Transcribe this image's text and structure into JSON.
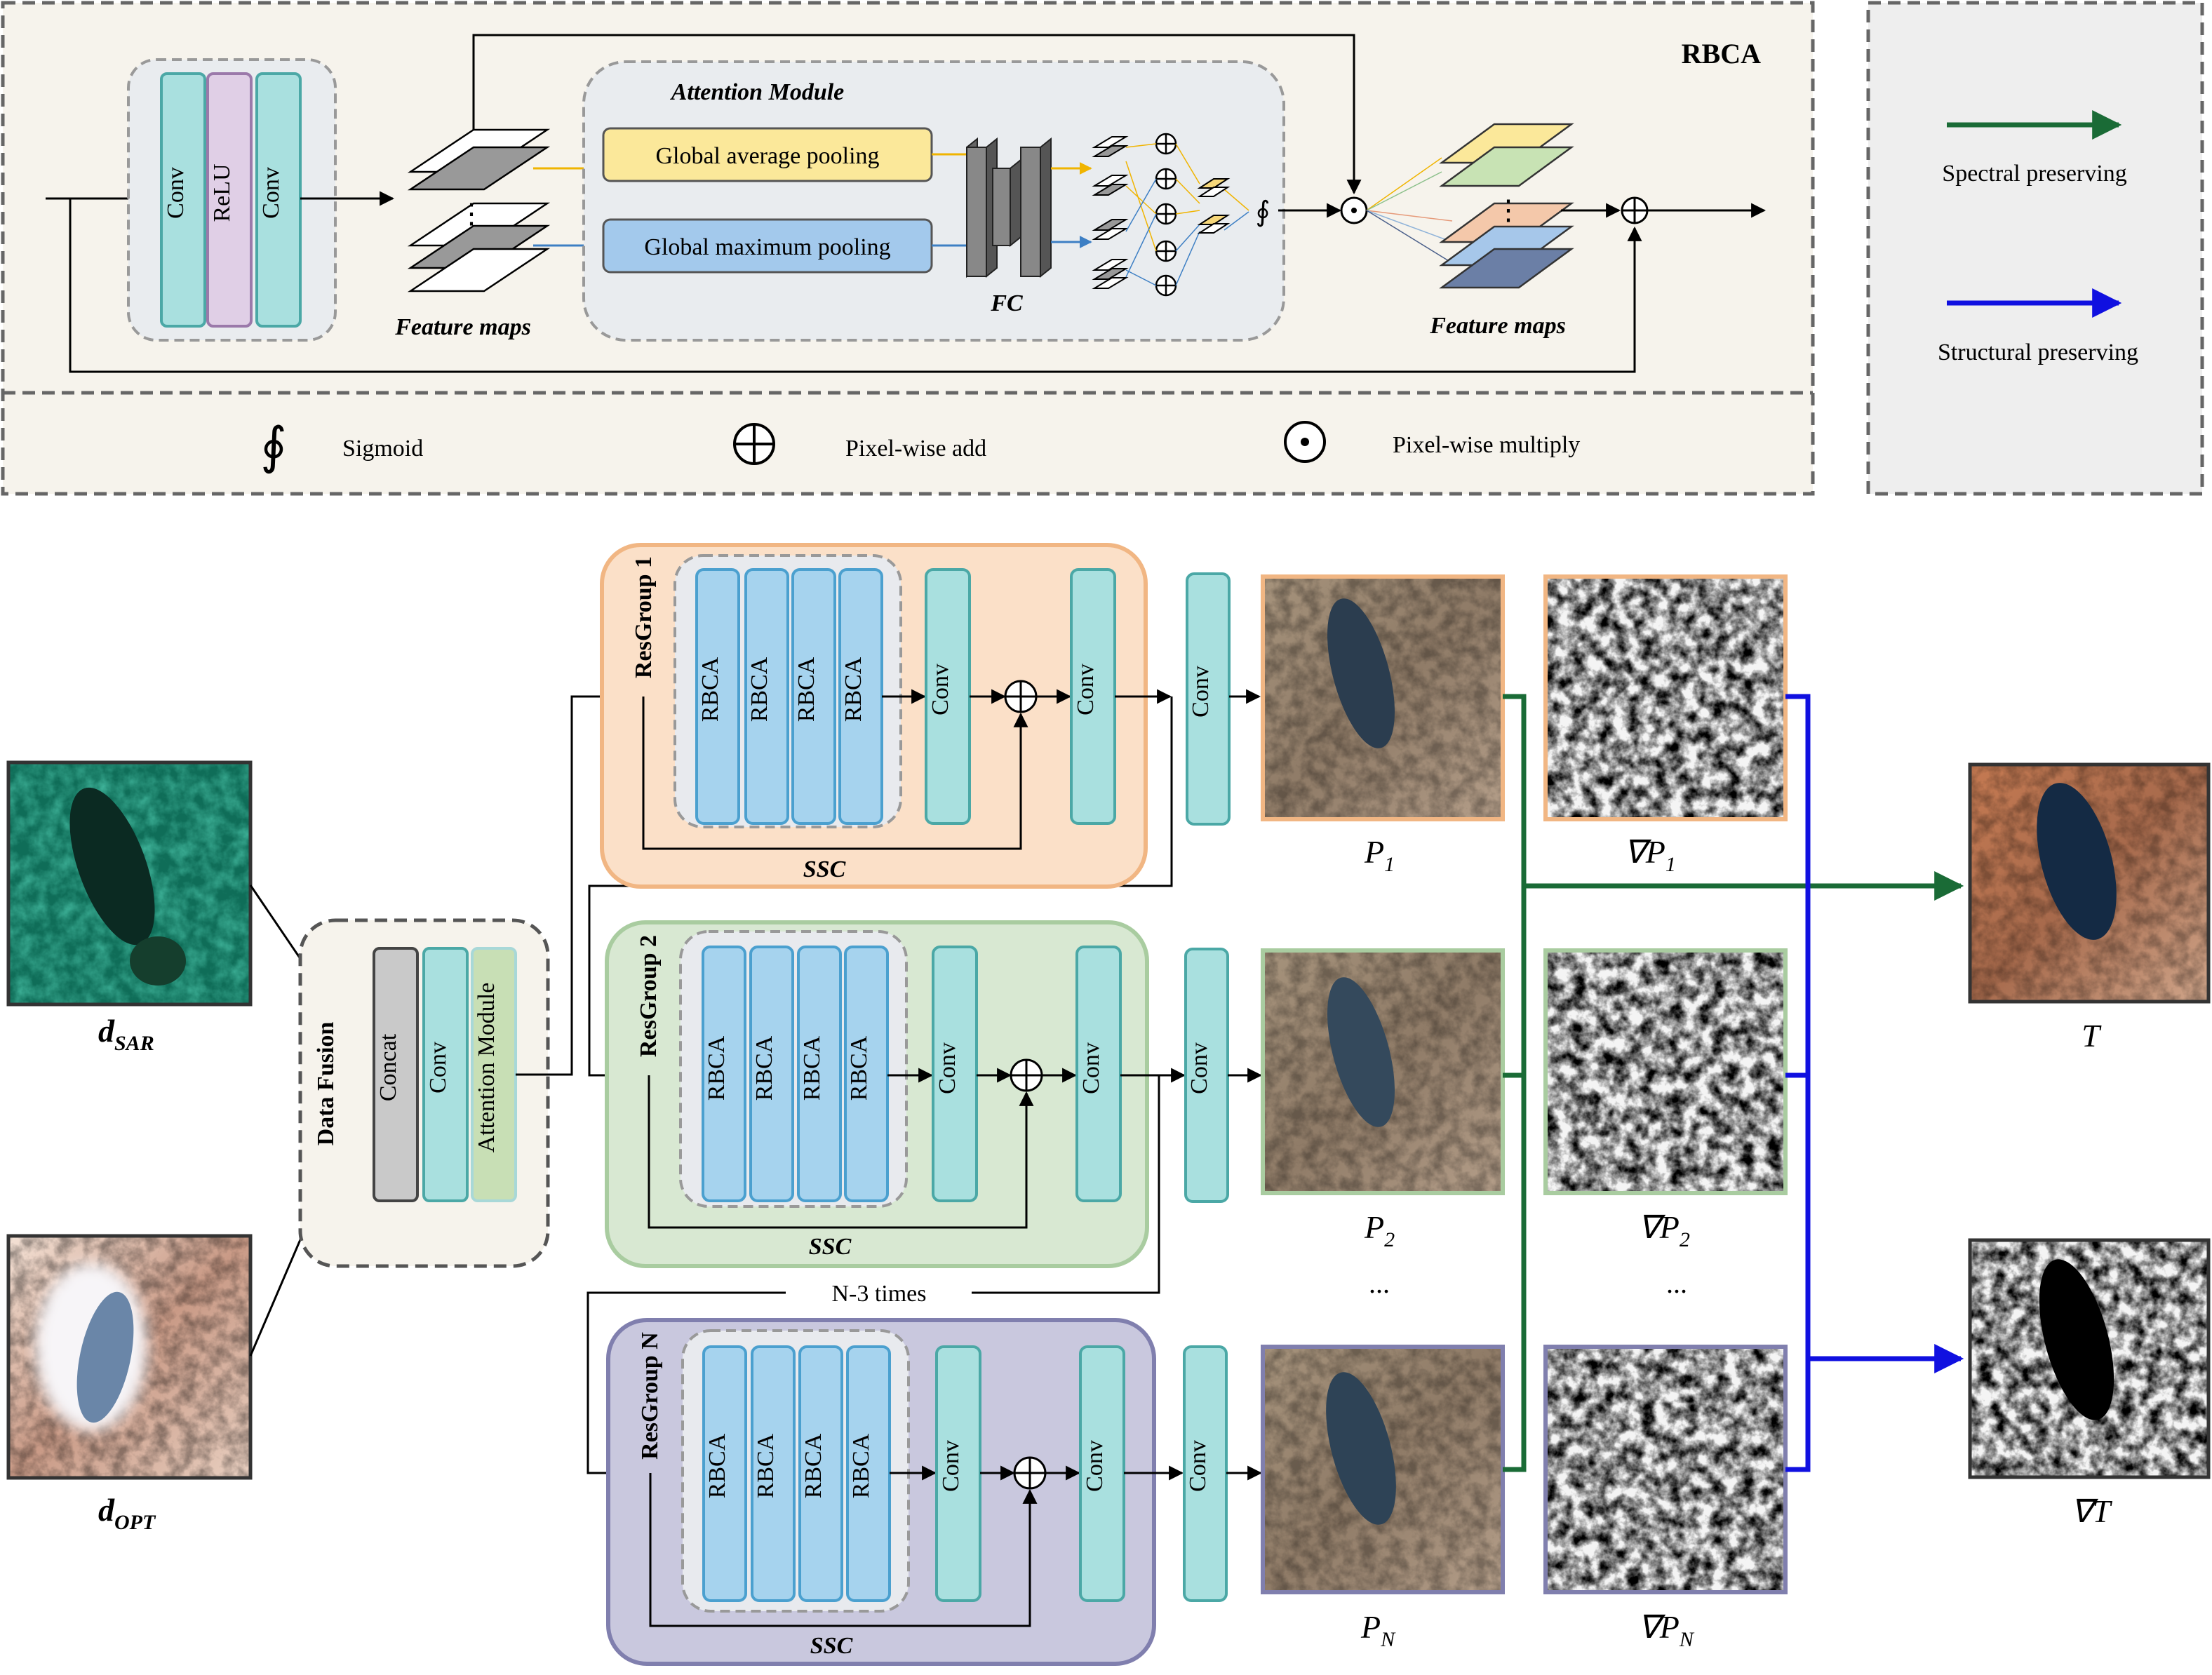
{
  "rbca": {
    "title": "RBCA",
    "block": {
      "conv1": "Conv",
      "relu": "ReLU",
      "conv2": "Conv"
    },
    "feature_maps_in": "Feature maps",
    "feature_maps_out": "Feature maps",
    "attention_title": "Attention Module",
    "gap": "Global average pooling",
    "gmp": "Global maximum pooling",
    "fc": "FC",
    "dots": "⋮"
  },
  "legend": {
    "sigmoid_symbol": "∮",
    "sigmoid": "Sigmoid",
    "add_symbol": "⊕",
    "add": "Pixel-wise add",
    "mul_symbol": "⊙",
    "mul": "Pixel-wise multiply",
    "spectral": "Spectral preserving",
    "structural": "Structural preserving"
  },
  "colors": {
    "spectral_arrow": "#1a6b36",
    "structural_arrow": "#1010e0",
    "conv_fill": "#a9e0df",
    "rbca_fill": "#a6d3ee",
    "gap_fill": "#fbe89a",
    "gmp_fill": "#a3c9ec",
    "group1_fill": "#fbe0c8",
    "group2_fill": "#d8e8d2",
    "groupN_fill": "#c9c8de"
  },
  "inputs": {
    "sar_label": "d",
    "sar_sub": "SAR",
    "opt_label": "d",
    "opt_sub": "OPT"
  },
  "fusion": {
    "title": "Data Fusion",
    "concat": "Concat",
    "conv": "Conv",
    "attention": "Attention Module"
  },
  "groups": [
    {
      "title": "ResGroup 1",
      "rbca": [
        "RBCA",
        "RBCA",
        "RBCA",
        "RBCA"
      ],
      "conv_a": "Conv",
      "conv_b": "Conv",
      "ssc": "SSC",
      "out_conv": "Conv",
      "p_label": "P",
      "p_sub": "1",
      "grad_label": "∇P",
      "grad_sub": "1"
    },
    {
      "title": "ResGroup 2",
      "rbca": [
        "RBCA",
        "RBCA",
        "RBCA",
        "RBCA"
      ],
      "conv_a": "Conv",
      "conv_b": "Conv",
      "ssc": "SSC",
      "out_conv": "Conv",
      "p_label": "P",
      "p_sub": "2",
      "grad_label": "∇P",
      "grad_sub": "2"
    },
    {
      "title": "ResGroup N",
      "rbca": [
        "RBCA",
        "RBCA",
        "RBCA",
        "RBCA"
      ],
      "conv_a": "Conv",
      "conv_b": "Conv",
      "ssc": "SSC",
      "out_conv": "Conv",
      "p_label": "P",
      "p_sub": "N",
      "grad_label": "∇P",
      "grad_sub": "N"
    }
  ],
  "repeat_label": "N-3 times",
  "ellipsis": "...",
  "outputs": {
    "t_label": "T",
    "grad_t_label": "∇T"
  }
}
